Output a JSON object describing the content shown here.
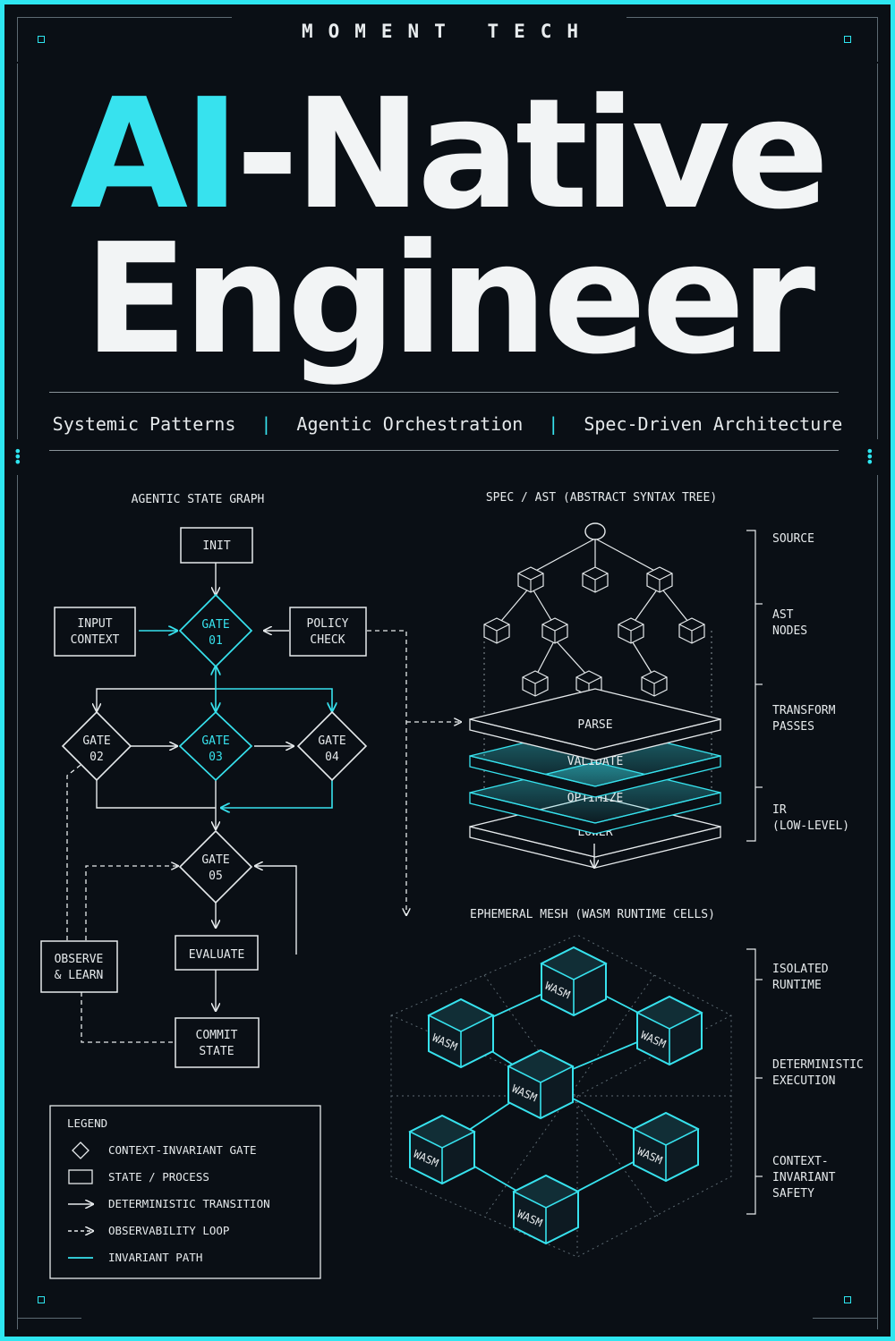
{
  "brand": "MOMENT TECH",
  "title": {
    "accent": "AI",
    "rest": "-Native",
    "line2": "Engineer"
  },
  "subtitle": {
    "items": [
      "Systemic Patterns",
      "Agentic Orchestration",
      "Spec-Driven Architecture"
    ],
    "separator": "|"
  },
  "colors": {
    "accent": "#37e2ee",
    "background": "#0a0f15",
    "ink": "#e6eaec",
    "border": "#2ee6f0"
  },
  "state_graph": {
    "heading": "AGENTIC STATE GRAPH",
    "nodes": {
      "init": "INIT",
      "input_context": [
        "INPUT",
        "CONTEXT"
      ],
      "gate01": [
        "GATE",
        "01"
      ],
      "policy_check": [
        "POLICY",
        "CHECK"
      ],
      "gate02": [
        "GATE",
        "02"
      ],
      "gate03": [
        "GATE",
        "03"
      ],
      "gate04": [
        "GATE",
        "04"
      ],
      "gate05": [
        "GATE",
        "05"
      ],
      "evaluate": "EVALUATE",
      "observe_learn": [
        "OBSERVE",
        "& LEARN"
      ],
      "commit_state": [
        "COMMIT",
        "STATE"
      ]
    }
  },
  "ast": {
    "heading": "SPEC / AST (ABSTRACT SYNTAX TREE)",
    "layers": [
      "PARSE",
      "VALIDATE",
      "OPTIMIZE",
      "LOWER"
    ],
    "side_labels": [
      [
        "SOURCE"
      ],
      [
        "AST",
        "NODES"
      ],
      [
        "TRANSFORM",
        "PASSES"
      ],
      [
        "IR",
        "(LOW-LEVEL)"
      ]
    ]
  },
  "mesh": {
    "heading": "EPHEMERAL MESH (WASM RUNTIME CELLS)",
    "cell_label": "WASM",
    "side_labels": [
      [
        "ISOLATED",
        "RUNTIME"
      ],
      [
        "DETERMINISTIC",
        "EXECUTION"
      ],
      [
        "CONTEXT-",
        "INVARIANT",
        "SAFETY"
      ]
    ]
  },
  "legend": {
    "title": "LEGEND",
    "items": [
      {
        "icon": "diamond-icon",
        "label": "CONTEXT-INVARIANT GATE"
      },
      {
        "icon": "rectangle-icon",
        "label": "STATE / PROCESS"
      },
      {
        "icon": "solid-arrow-icon",
        "label": "DETERMINISTIC TRANSITION"
      },
      {
        "icon": "dashed-arrow-icon",
        "label": "OBSERVABILITY LOOP"
      },
      {
        "icon": "cyan-line-icon",
        "label": "INVARIANT PATH"
      }
    ]
  }
}
